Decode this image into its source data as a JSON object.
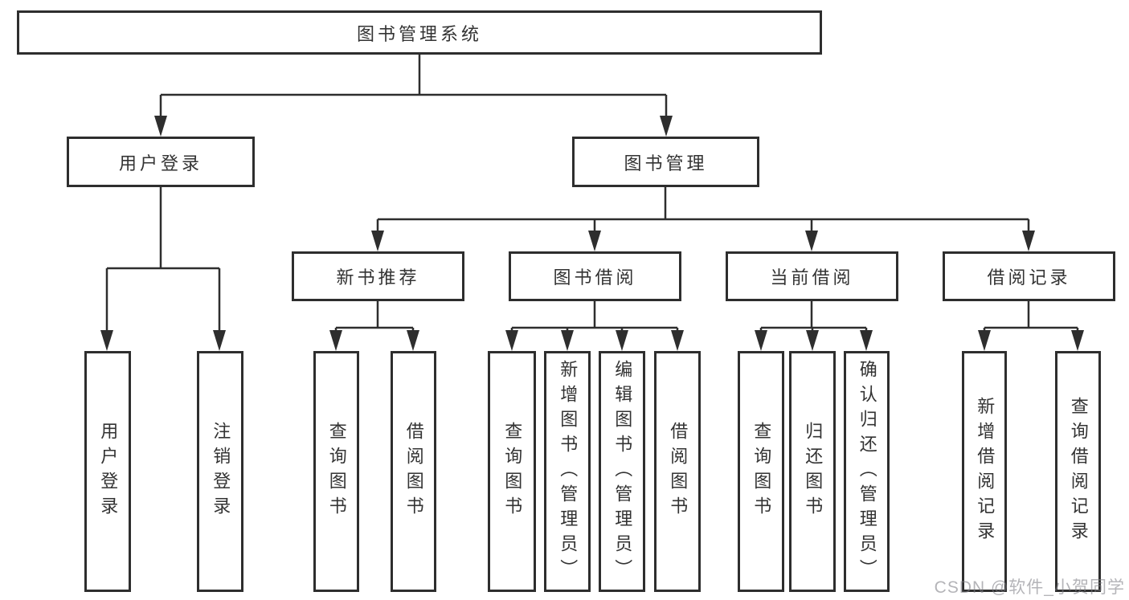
{
  "nodes": {
    "root": "图书管理系统",
    "user_login_group": "用户登录",
    "book_mgmt": "图书管理",
    "new_book_rec": "新书推荐",
    "book_borrow": "图书借阅",
    "current_borrow": "当前借阅",
    "borrow_records": "借阅记录",
    "user_login": "用户登录",
    "logout": "注销登录",
    "rec_query_book": "查询图书",
    "rec_borrow_book": "借阅图书",
    "bb_query_book": "查询图书",
    "bb_add_book": "新增图书（管理员）",
    "bb_edit_book": "编辑图书（管理员）",
    "bb_borrow_book": "借阅图书",
    "cb_query_book": "查询图书",
    "cb_return_book": "归还图书",
    "cb_confirm_return": "确认归还（管理员）",
    "br_add_record": "新增借阅记录",
    "br_query_record": "查询借阅记录"
  },
  "watermark": "CSDN @软件_小贺同学",
  "colors": {
    "line": "#2e2e2e",
    "text": "#333333",
    "background": "#ffffff",
    "watermark": "#b1b1b4"
  }
}
